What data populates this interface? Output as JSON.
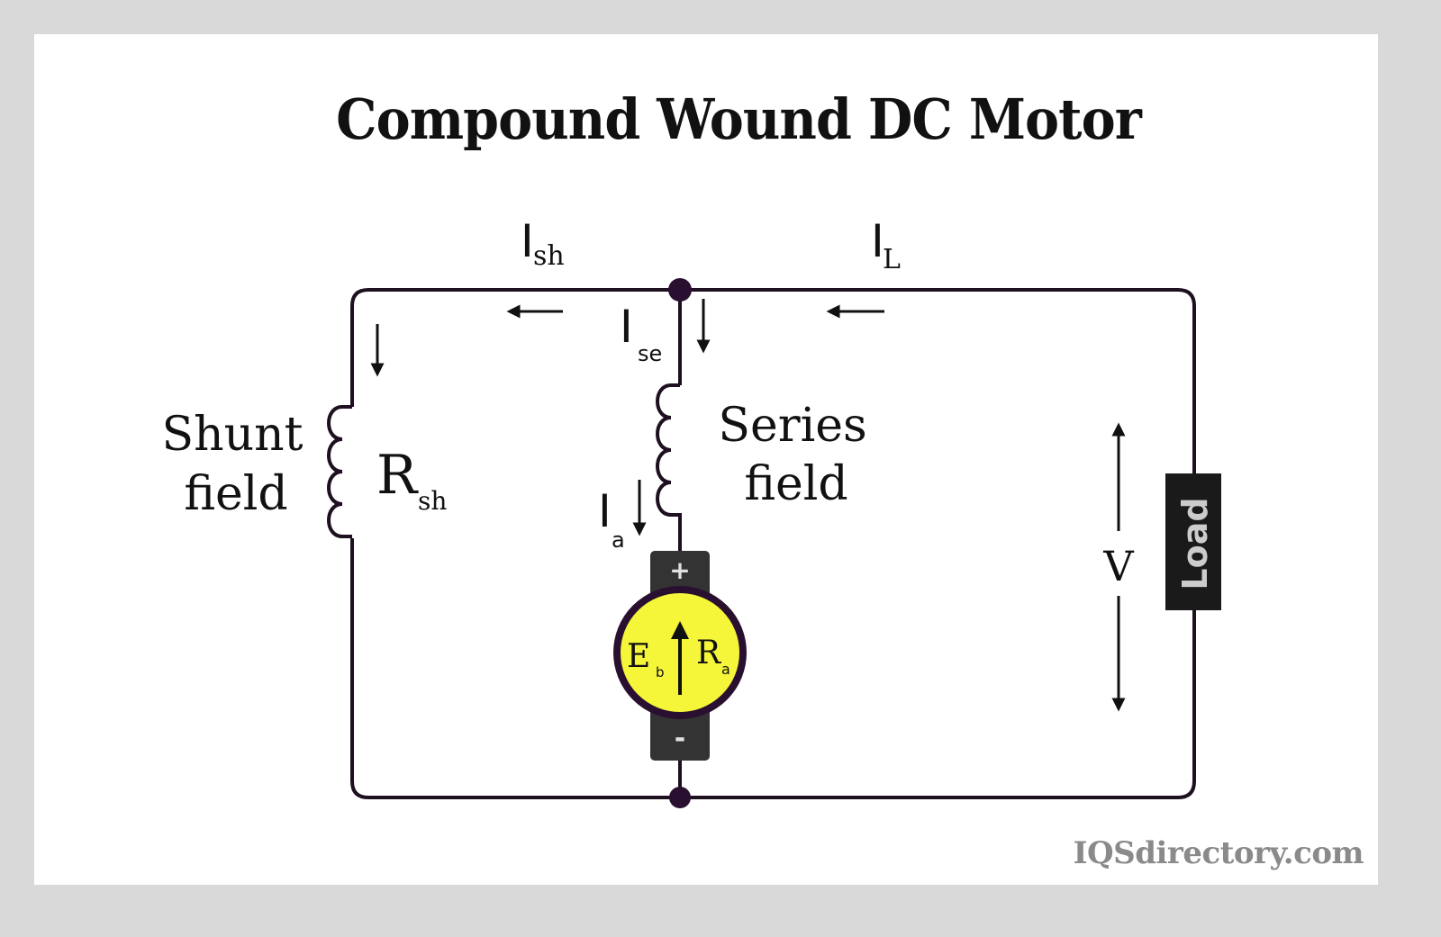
{
  "title": "Compound Wound DC Motor",
  "labels": {
    "shunt_field_line1": "Shunt",
    "shunt_field_line2": "field",
    "series_field_line1": "Series",
    "series_field_line2": "field",
    "r_sh_main": "R",
    "r_sh_sub": "sh",
    "i_sh_main": "I",
    "i_sh_sub": "sh",
    "i_l_main": "I",
    "i_l_sub": "L",
    "i_se_main": "I",
    "i_se_sub": "se",
    "i_a_main": "I",
    "i_a_sub": "a",
    "eb_main": "E",
    "eb_sub": "b",
    "ra_main": "R",
    "ra_sub": "a",
    "voltage": "V",
    "load": "Load",
    "plus": "+",
    "minus": "-"
  },
  "colors": {
    "wire": "#1e1020",
    "motor_fill": "#f5f53a",
    "motor_stroke": "#2a1030",
    "terminal_box": "#333333",
    "load_box": "#1a1a1a",
    "load_text": "#cccccc",
    "watermark": "#8a8a8a"
  },
  "watermark": "IQSdirectory.com"
}
